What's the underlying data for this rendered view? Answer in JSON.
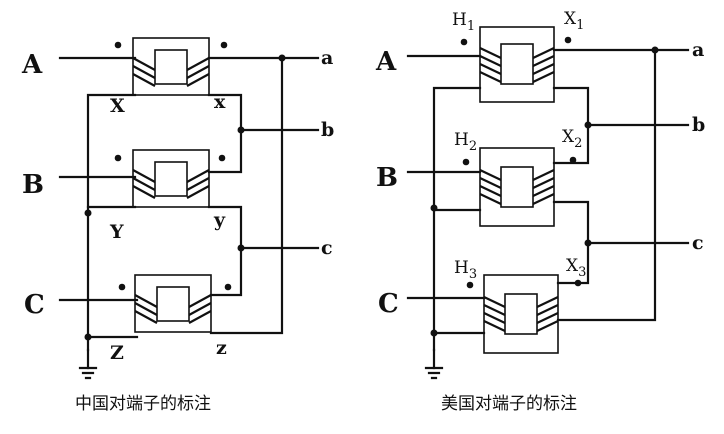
{
  "left_diagram": {
    "caption": "中国对端子的标注",
    "primary_inputs": [
      "A",
      "B",
      "C"
    ],
    "secondary_outputs": [
      "a",
      "b",
      "c"
    ],
    "primary_ends": [
      "X",
      "Y",
      "Z"
    ],
    "secondary_ends": [
      "x",
      "y",
      "z"
    ]
  },
  "right_diagram": {
    "caption": "美国对端子的标注",
    "primary_inputs": [
      "A",
      "B",
      "C"
    ],
    "secondary_outputs": [
      "a",
      "b",
      "c"
    ],
    "primary_marks": [
      {
        "letter": "H",
        "index": "1"
      },
      {
        "letter": "H",
        "index": "2"
      },
      {
        "letter": "H",
        "index": "3"
      }
    ],
    "secondary_marks": [
      {
        "letter": "X",
        "index": "1"
      },
      {
        "letter": "X",
        "index": "2"
      },
      {
        "letter": "X",
        "index": "3"
      }
    ]
  }
}
